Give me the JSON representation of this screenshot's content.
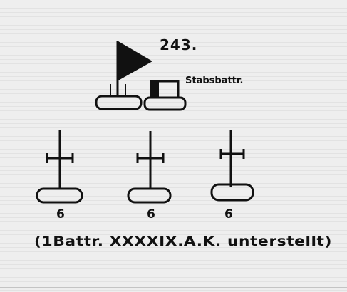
{
  "diagram": {
    "unit_number": "243.",
    "hq_label": "Stabsbattr.",
    "batteries": [
      {
        "strength": "6"
      },
      {
        "strength": "6"
      },
      {
        "strength": "6"
      }
    ],
    "footnote": "(1Battr. XXXXIX.A.K. unterstellt)"
  },
  "icons": [
    "flag-icon",
    "battery-symbol-icon"
  ],
  "colors": {
    "paper": "#eeeeee",
    "ink": "#111111"
  }
}
